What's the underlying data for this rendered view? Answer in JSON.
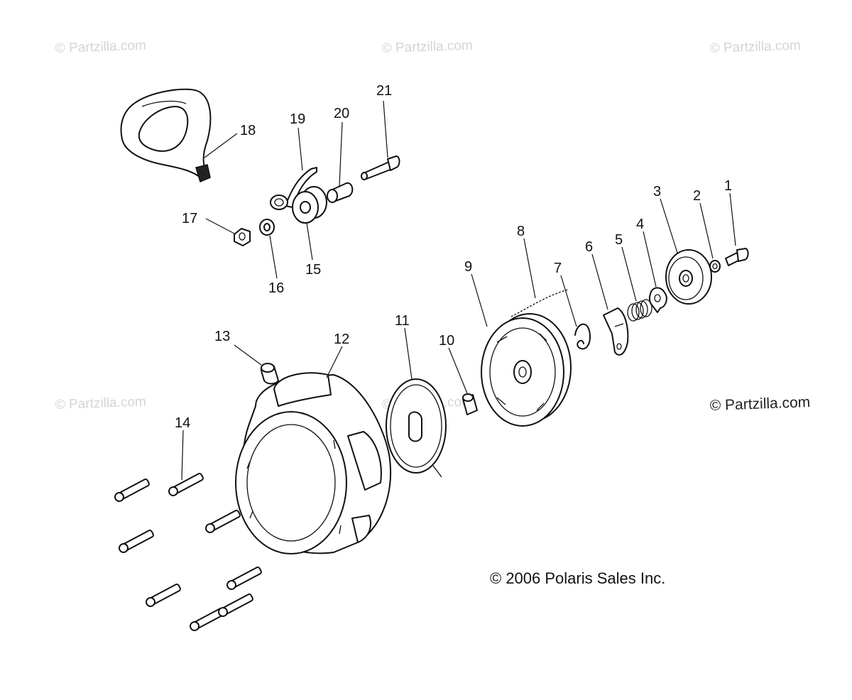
{
  "watermarks": [
    {
      "id": "top-left",
      "text": "© Partzilla.com"
    },
    {
      "id": "top-center",
      "text": "© Partzilla.com"
    },
    {
      "id": "top-right",
      "text": "© Partzilla.com"
    },
    {
      "id": "mid-left",
      "text": "© Partzilla.com"
    },
    {
      "id": "mid-center",
      "text": "© Partzilla.com"
    }
  ],
  "brand_watermark": "© Partzilla.com",
  "copyright": "© 2006 Polaris Sales Inc.",
  "callouts": [
    "1",
    "2",
    "3",
    "4",
    "5",
    "6",
    "7",
    "8",
    "9",
    "10",
    "11",
    "12",
    "13",
    "14",
    "15",
    "16",
    "17",
    "18",
    "19",
    "20",
    "21"
  ]
}
